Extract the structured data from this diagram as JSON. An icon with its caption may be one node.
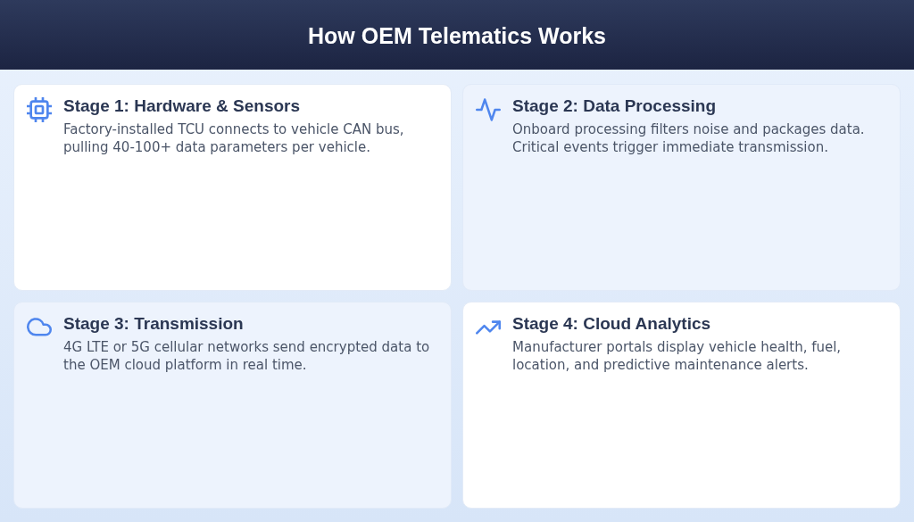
{
  "diagram": {
    "title": "How OEM Telematics Works",
    "nodes": [
      {
        "text": [
          "Stage 1: Hardware & Sensors",
          "Factory-installed TCU connects to vehicle CAN bus, pulling 40-100+ data parameters per vehicle."
        ]
      },
      {
        "text": [
          "Stage 2: Data Processing",
          "Onboard processing filters noise and packages data. Critical events trigger immediate transmission."
        ]
      },
      {
        "text": [
          "Stage 3: Transmission",
          "4G LTE or 5G cellular networks send encrypted data to the OEM cloud platform in real time."
        ]
      },
      {
        "text": [
          "Stage 4: Cloud Analytics",
          "Manufacturer portals display vehicle health, fuel, location, and predictive maintenance alerts."
        ]
      }
    ]
  }
}
